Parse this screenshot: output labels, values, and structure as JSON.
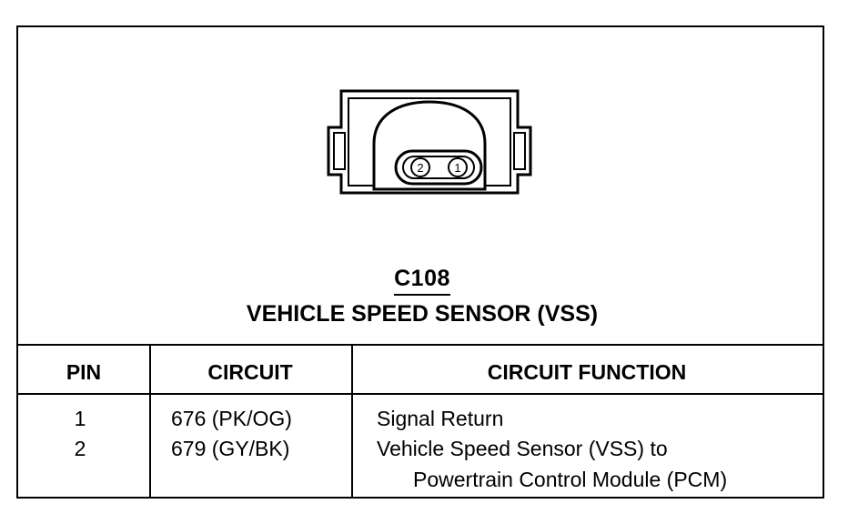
{
  "connector": {
    "id": "C108",
    "name": "VEHICLE SPEED SENSOR (VSS)",
    "pin_labels": [
      "2",
      "1"
    ]
  },
  "table": {
    "headers": [
      "PIN",
      "CIRCUIT",
      "CIRCUIT FUNCTION"
    ],
    "rows": [
      {
        "pin": "1",
        "circuit": "676 (PK/OG)",
        "function": "Signal Return",
        "function_cont": ""
      },
      {
        "pin": "2",
        "circuit": "679 (GY/BK)",
        "function": "Vehicle Speed Sensor (VSS) to",
        "function_cont": "Powertrain Control Module (PCM)"
      }
    ]
  }
}
